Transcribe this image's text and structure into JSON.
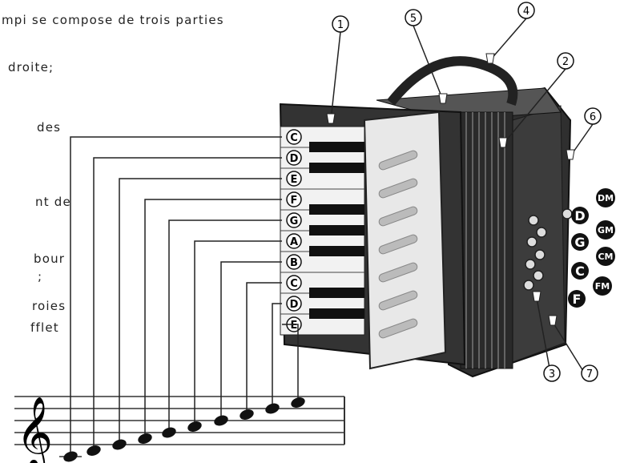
{
  "text": {
    "line1": "mpi se compose de trois parties",
    "line2": "droite;",
    "line3": "des",
    "line4": "nt de",
    "line5": "bour",
    "line6": ";",
    "line7": "roies",
    "line8": "fflet"
  },
  "key_labels": [
    "C",
    "D",
    "E",
    "F",
    "G",
    "A",
    "B",
    "C",
    "D",
    "E"
  ],
  "callouts": [
    "1",
    "2",
    "3",
    "4",
    "5",
    "6",
    "7"
  ],
  "chord_buttons": [
    "DM",
    "D",
    "GM",
    "G",
    "CM",
    "C",
    "FM",
    "F"
  ],
  "staff": {
    "clef": "treble-clef",
    "notes": [
      "C",
      "D",
      "E",
      "F",
      "G",
      "A",
      "B",
      "C",
      "D",
      "E"
    ]
  }
}
